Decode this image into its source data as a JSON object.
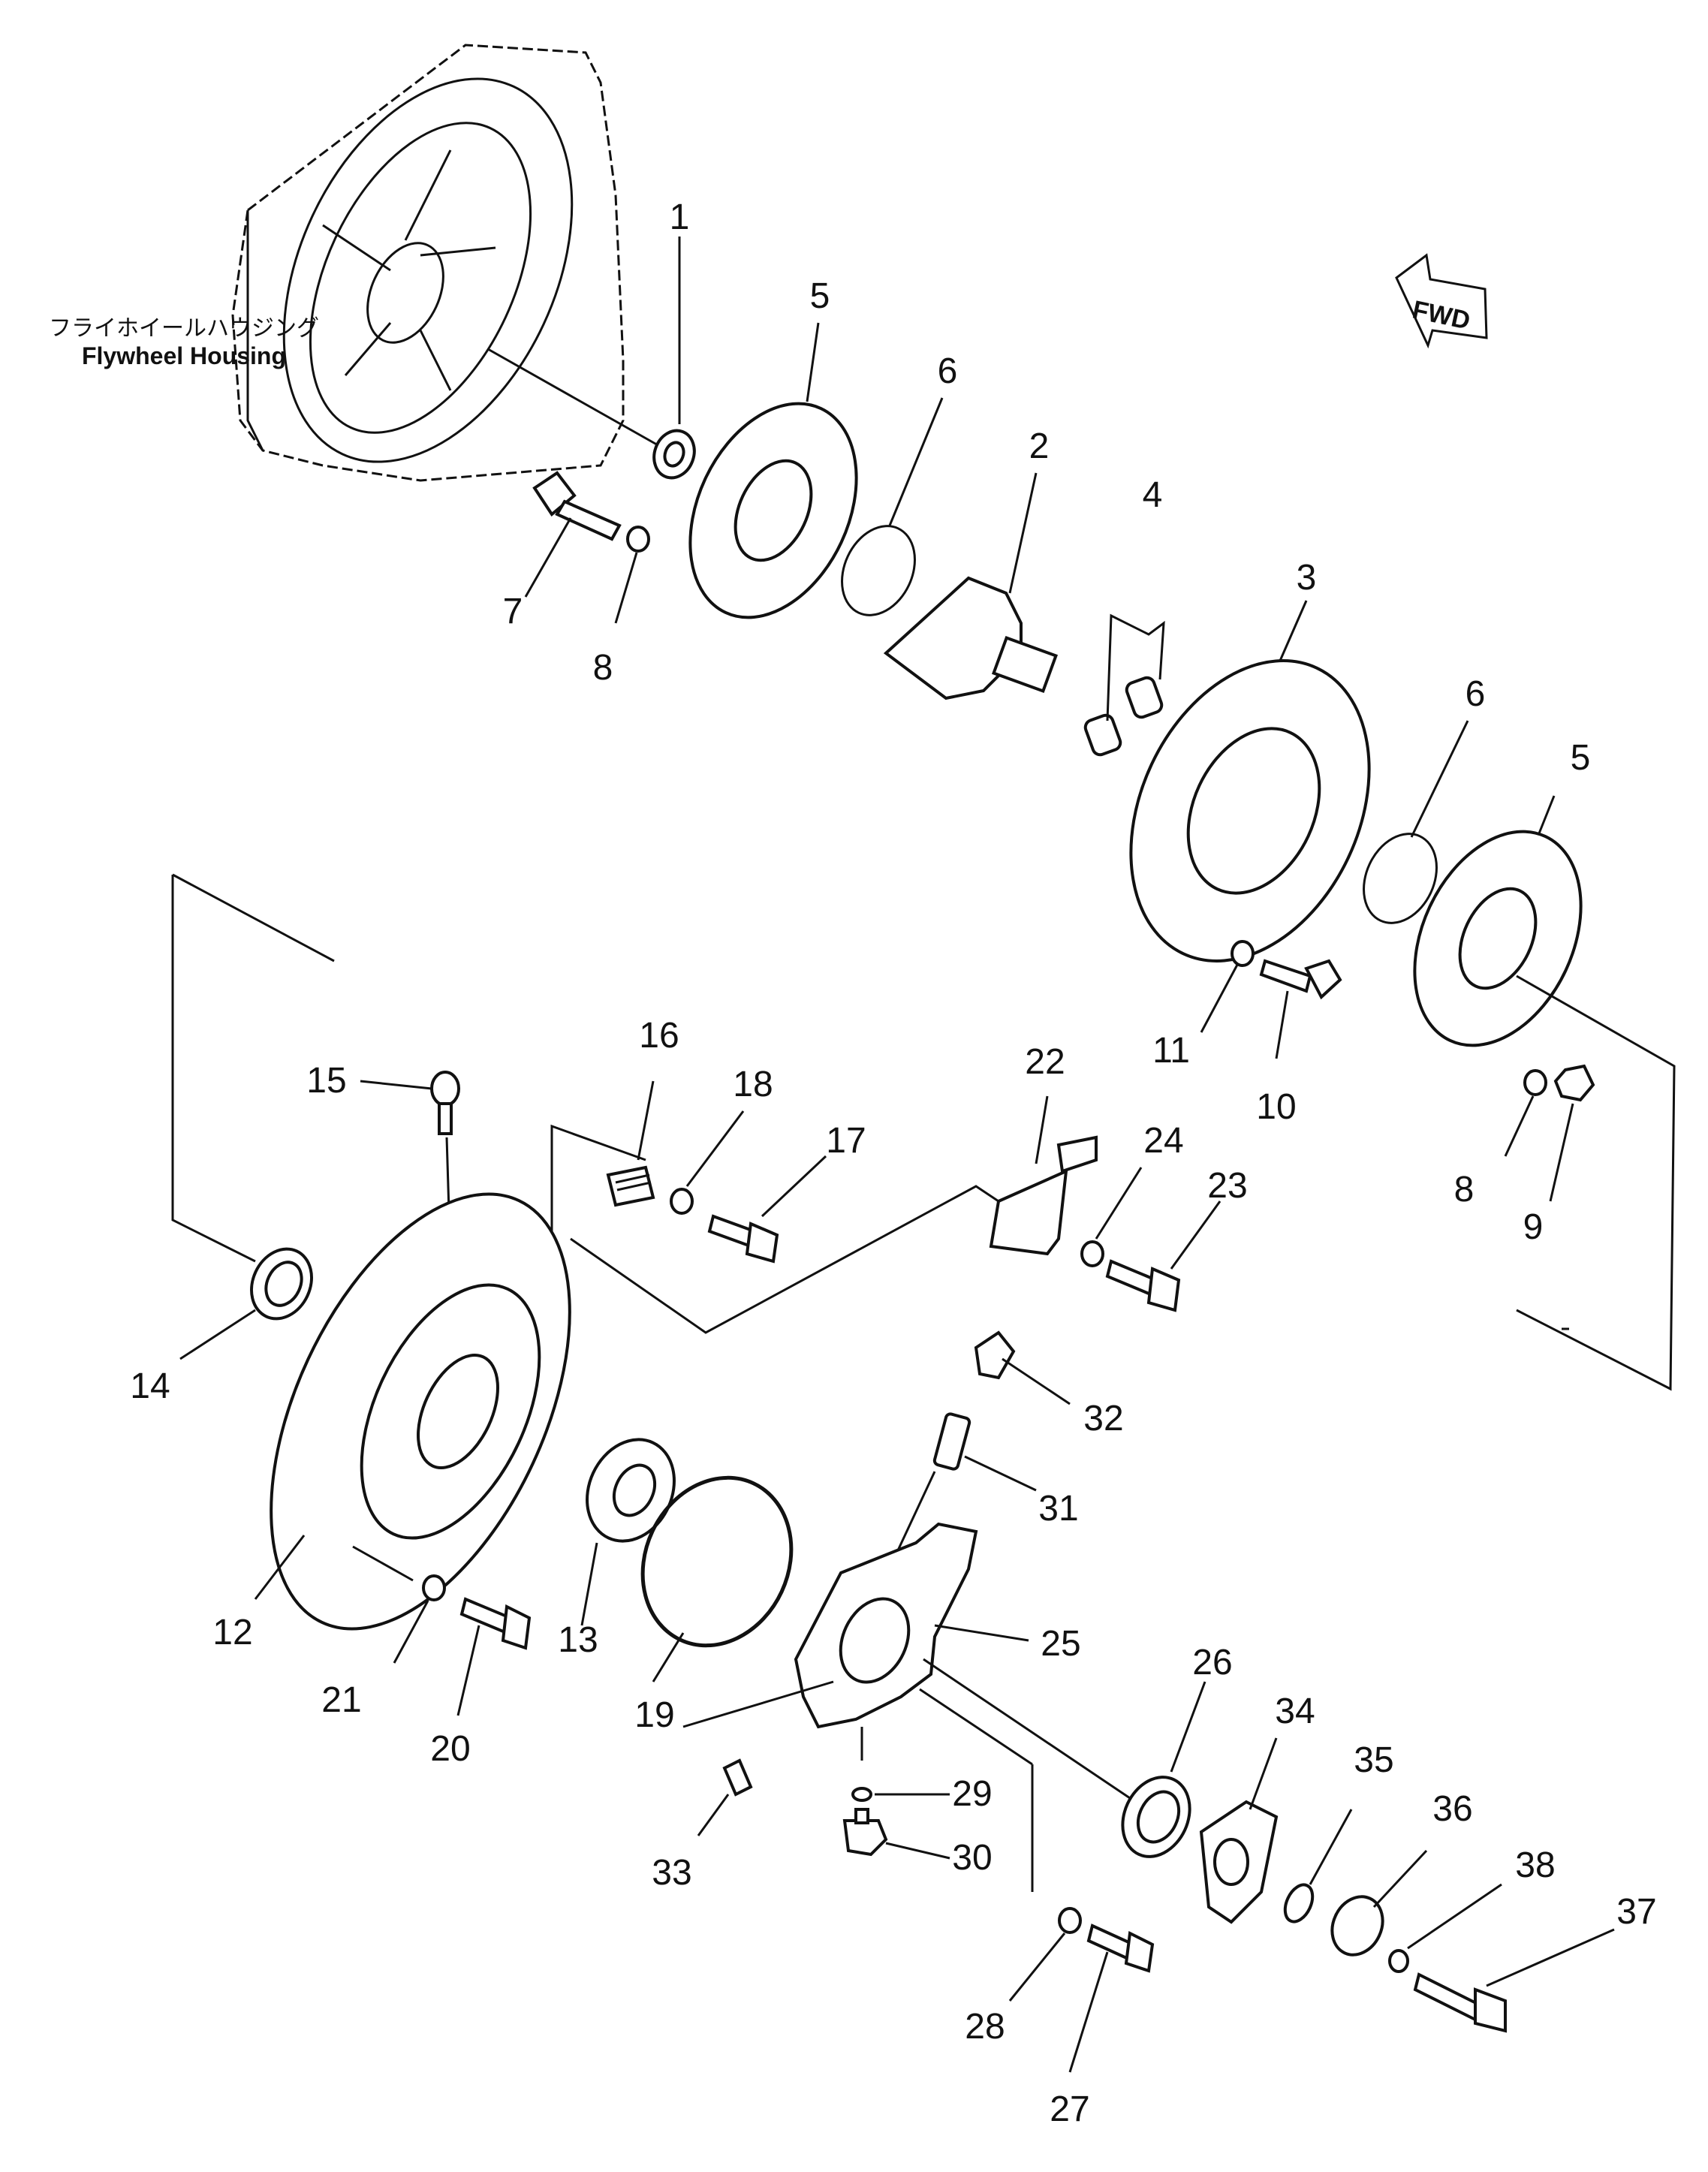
{
  "housing": {
    "label_jp": "フライホイールハウジング",
    "label_en": "Flywheel Housing"
  },
  "direction_arrow": {
    "label": "FWD"
  },
  "callouts": [
    {
      "id": "c1",
      "text": "1"
    },
    {
      "id": "c5a",
      "text": "5"
    },
    {
      "id": "c6a",
      "text": "6"
    },
    {
      "id": "c2",
      "text": "2"
    },
    {
      "id": "c4",
      "text": "4"
    },
    {
      "id": "c3",
      "text": "3"
    },
    {
      "id": "c6b",
      "text": "6"
    },
    {
      "id": "c5b",
      "text": "5"
    },
    {
      "id": "c7",
      "text": "7"
    },
    {
      "id": "c8a",
      "text": "8"
    },
    {
      "id": "c11",
      "text": "11"
    },
    {
      "id": "c10",
      "text": "10"
    },
    {
      "id": "c8b",
      "text": "8"
    },
    {
      "id": "c9",
      "text": "9"
    },
    {
      "id": "c16",
      "text": "16"
    },
    {
      "id": "c18",
      "text": "18"
    },
    {
      "id": "c17",
      "text": "17"
    },
    {
      "id": "c15",
      "text": "15"
    },
    {
      "id": "c22",
      "text": "22"
    },
    {
      "id": "c24",
      "text": "24"
    },
    {
      "id": "c23",
      "text": "23"
    },
    {
      "id": "c14",
      "text": "14"
    },
    {
      "id": "c32",
      "text": "32"
    },
    {
      "id": "c31",
      "text": "31"
    },
    {
      "id": "c12",
      "text": "12"
    },
    {
      "id": "c13",
      "text": "13"
    },
    {
      "id": "c25",
      "text": "25"
    },
    {
      "id": "c21",
      "text": "21"
    },
    {
      "id": "c20",
      "text": "20"
    },
    {
      "id": "c19",
      "text": "19"
    },
    {
      "id": "c26",
      "text": "26"
    },
    {
      "id": "c34",
      "text": "34"
    },
    {
      "id": "c35",
      "text": "35"
    },
    {
      "id": "c36",
      "text": "36"
    },
    {
      "id": "c29",
      "text": "29"
    },
    {
      "id": "c30",
      "text": "30"
    },
    {
      "id": "c33",
      "text": "33"
    },
    {
      "id": "c38",
      "text": "38"
    },
    {
      "id": "c37",
      "text": "37"
    },
    {
      "id": "c28",
      "text": "28"
    },
    {
      "id": "c27",
      "text": "27"
    }
  ]
}
